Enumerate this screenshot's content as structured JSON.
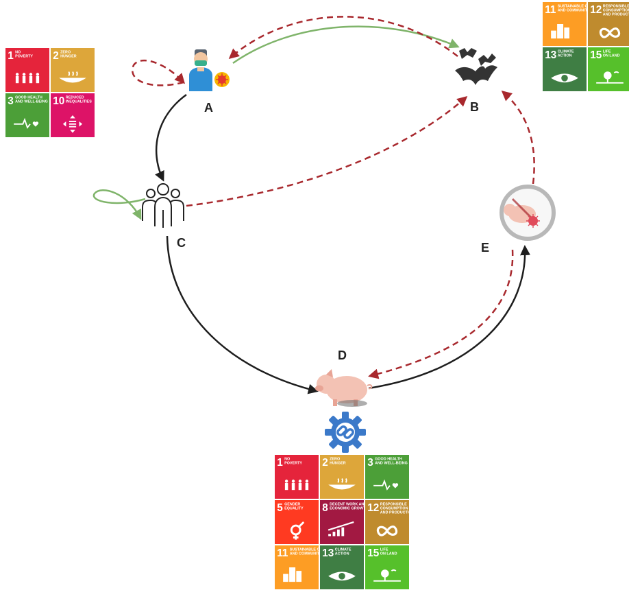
{
  "nodes": {
    "a": {
      "label": "A",
      "icon": "masked-person-virus-icon"
    },
    "b": {
      "label": "B",
      "icon": "bats-icon"
    },
    "c": {
      "label": "C",
      "icon": "human-group-icon"
    },
    "d": {
      "label": "D",
      "icon": "pig-icon"
    },
    "e": {
      "label": "E",
      "icon": "pig-infection-magnifier-icon"
    }
  },
  "chain_icon": "gear-chain-link-icon",
  "colors": {
    "solid_black": "#1e1e1e",
    "solid_green": "#7fb46a",
    "dashed_red": "#a8282d"
  },
  "sdg": {
    "topleft": [
      {
        "num": "1",
        "l1": "NO",
        "l2": "POVERTY",
        "l3": "",
        "color": "#e5243b",
        "icon": "people-icon"
      },
      {
        "num": "2",
        "l1": "ZERO",
        "l2": "HUNGER",
        "l3": "",
        "color": "#dda63a",
        "icon": "bowl-icon"
      },
      {
        "num": "3",
        "l1": "GOOD HEALTH",
        "l2": "AND WELL-BEING",
        "l3": "",
        "color": "#4c9f38",
        "icon": "heartbeat-icon"
      },
      {
        "num": "10",
        "l1": "REDUCED",
        "l2": "INEQUALITIES",
        "l3": "",
        "color": "#dd1367",
        "icon": "equality-icon"
      }
    ],
    "topright": [
      {
        "num": "11",
        "l1": "SUSTAINABLE CITIES",
        "l2": "AND COMMUNITIES",
        "l3": "",
        "color": "#fd9d24",
        "icon": "city-icon"
      },
      {
        "num": "12",
        "l1": "RESPONSIBLE",
        "l2": "CONSUMPTION",
        "l3": "AND PRODUCTION",
        "color": "#bf8b2e",
        "icon": "infinity-icon"
      },
      {
        "num": "13",
        "l1": "CLIMATE",
        "l2": "ACTION",
        "l3": "",
        "color": "#3f7e44",
        "icon": "eye-icon"
      },
      {
        "num": "15",
        "l1": "LIFE",
        "l2": "ON LAND",
        "l3": "",
        "color": "#56c02b",
        "icon": "tree-icon"
      }
    ],
    "bottom": [
      {
        "num": "1",
        "l1": "NO",
        "l2": "POVERTY",
        "l3": "",
        "color": "#e5243b",
        "icon": "people-icon"
      },
      {
        "num": "2",
        "l1": "ZERO",
        "l2": "HUNGER",
        "l3": "",
        "color": "#dda63a",
        "icon": "bowl-icon"
      },
      {
        "num": "3",
        "l1": "GOOD HEALTH",
        "l2": "AND WELL-BEING",
        "l3": "",
        "color": "#4c9f38",
        "icon": "heartbeat-icon"
      },
      {
        "num": "5",
        "l1": "GENDER",
        "l2": "EQUALITY",
        "l3": "",
        "color": "#ff3a21",
        "icon": "gender-icon"
      },
      {
        "num": "8",
        "l1": "DECENT WORK AND",
        "l2": "ECONOMIC GROWTH",
        "l3": "",
        "color": "#a21942",
        "icon": "growth-chart-icon"
      },
      {
        "num": "12",
        "l1": "RESPONSIBLE",
        "l2": "CONSUMPTION",
        "l3": "AND PRODUCTION",
        "color": "#bf8b2e",
        "icon": "infinity-icon"
      },
      {
        "num": "11",
        "l1": "SUSTAINABLE CITIES",
        "l2": "AND COMMUNITIES",
        "l3": "",
        "color": "#fd9d24",
        "icon": "city-icon"
      },
      {
        "num": "13",
        "l1": "CLIMATE",
        "l2": "ACTION",
        "l3": "",
        "color": "#3f7e44",
        "icon": "eye-icon"
      },
      {
        "num": "15",
        "l1": "LIFE",
        "l2": "ON LAND",
        "l3": "",
        "color": "#56c02b",
        "icon": "tree-icon"
      }
    ]
  }
}
